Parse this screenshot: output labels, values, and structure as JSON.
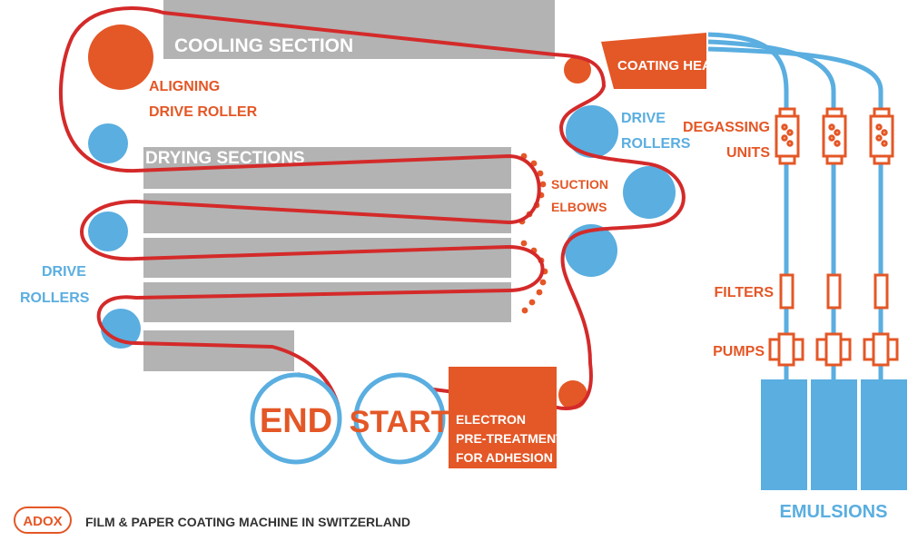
{
  "colors": {
    "orange": "#e45726",
    "blue": "#5aaee0",
    "gray": "#b3b3b3",
    "web_red": "#d42a2a",
    "text_dark": "#333333"
  },
  "labels": {
    "cooling_section": "COOLING SECTION",
    "aligning_line1": "ALIGNING",
    "aligning_line2": "DRIVE ROLLER",
    "drying_sections": "DRYING SECTIONS",
    "drive_rollers_left_line1": "DRIVE",
    "drive_rollers_left_line2": "ROLLERS",
    "drive_rollers_right_line1": "DRIVE",
    "drive_rollers_right_line2": "ROLLERS",
    "suction_line1": "SUCTION",
    "suction_line2": "ELBOWS",
    "coating_head": "COATING HEAD",
    "degassing_line1": "DEGASSING",
    "degassing_line2": "UNITS",
    "filters": "FILTERS",
    "pumps": "PUMPS",
    "emulsions": "EMULSIONS",
    "end": "END",
    "start": "START",
    "electron_line1": "ELECTRON",
    "electron_line2": "PRE-TREATMENT",
    "electron_line3": "FOR ADHESION",
    "logo_text": "ADOX",
    "footer": "FILM & PAPER COATING MACHINE IN SWITZERLAND"
  }
}
